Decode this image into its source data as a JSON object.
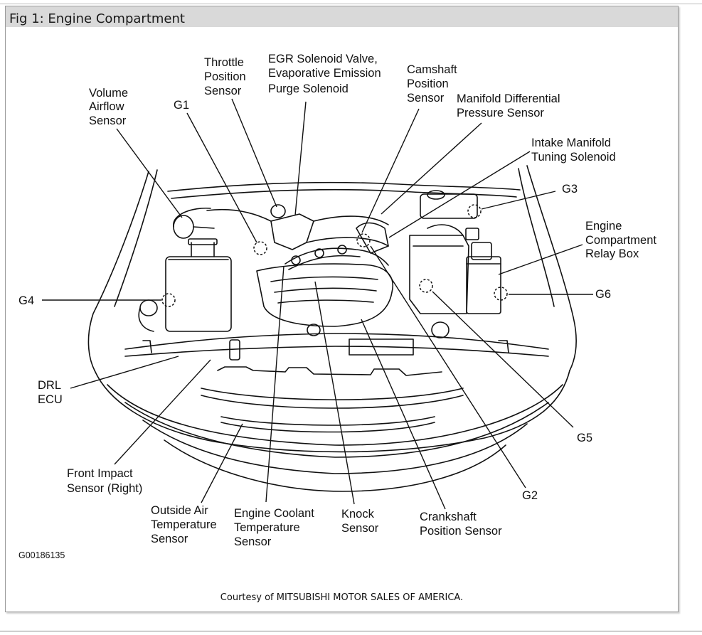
{
  "figure": {
    "title": "Fig 1: Engine Compartment",
    "code": "G00186135",
    "credit": "Courtesy of MITSUBISHI MOTOR SALES OF AMERICA."
  },
  "labels": {
    "volume_airflow_sensor": [
      "Volume",
      "Airflow",
      "Sensor"
    ],
    "g1": [
      "G1"
    ],
    "throttle_position_sensor": [
      "Throttle",
      "Position",
      "Sensor"
    ],
    "egr_solenoid_valve": [
      "EGR Solenoid Valve,",
      "Evaporative Emission",
      "Purge Solenoid"
    ],
    "camshaft_position_sensor": [
      "Camshaft",
      "Position",
      "Sensor"
    ],
    "manifold_differential_pressure_sensor": [
      "Manifold Differential",
      "Pressure Sensor"
    ],
    "intake_manifold_tuning_solenoid": [
      "Intake Manifold",
      "Tuning Solenoid"
    ],
    "g3": [
      "G3"
    ],
    "engine_compartment_relay_box": [
      "Engine",
      "Compartment",
      "Relay Box"
    ],
    "g4": [
      "G4"
    ],
    "g6": [
      "G6"
    ],
    "drl_ecu": [
      "DRL",
      "ECU"
    ],
    "g5": [
      "G5"
    ],
    "front_impact_sensor_right": [
      "Front Impact",
      "Sensor (Right)"
    ],
    "g2": [
      "G2"
    ],
    "outside_air_temperature_sensor": [
      "Outside Air",
      "Temperature",
      "Sensor"
    ],
    "engine_coolant_temperature_sensor": [
      "Engine Coolant",
      "Temperature",
      "Sensor"
    ],
    "knock_sensor": [
      "Knock",
      "Sensor"
    ],
    "crankshaft_position_sensor": [
      "Crankshaft",
      "Position Sensor"
    ]
  }
}
